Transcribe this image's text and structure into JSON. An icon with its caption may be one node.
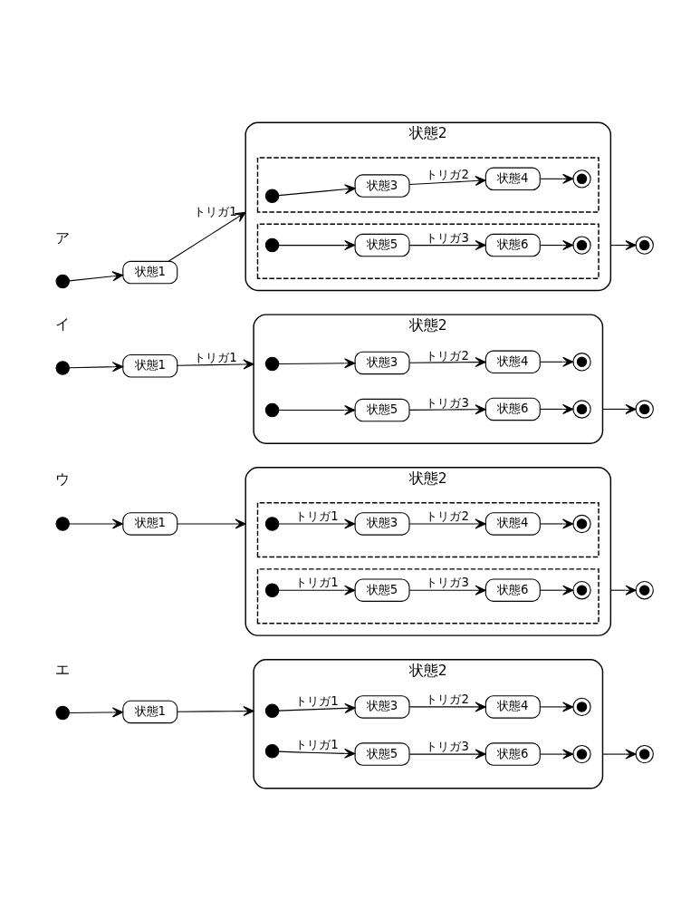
{
  "diagram": {
    "nodes": [
      {
        "text": [],
        "shape": "dot"
      },
      {
        "text": [
          "状態1"
        ]
      },
      {
        "text": [
          "状態2"
        ]
      },
      {
        "text": [],
        "shape": "box",
        "in": 2
      },
      {
        "text": [],
        "shape": "dot",
        "in": 3
      },
      {
        "text": [
          "状態3"
        ],
        "in": 3
      },
      {
        "text": [
          "状態4"
        ],
        "in": 3
      },
      {
        "text": [],
        "shape": "bullseye",
        "in": 3
      },
      {
        "text": [],
        "shape": "box",
        "in": 2
      },
      {
        "text": [],
        "shape": "dot",
        "in": 8
      },
      {
        "text": [
          "状態5"
        ],
        "in": 8
      },
      {
        "text": [
          "状態6"
        ],
        "in": 8
      },
      {
        "text": [],
        "shape": "bullseye",
        "in": 8
      },
      {
        "text": [],
        "shape": "bullseye"
      },
      {
        "text": [],
        "shape": "dot"
      },
      {
        "text": [
          "状態1"
        ]
      },
      {
        "text": [
          "状態2"
        ]
      },
      {
        "text": [],
        "shape": "dot",
        "in": 16
      },
      {
        "text": [
          "状態3"
        ],
        "in": 16
      },
      {
        "text": [
          "状態4"
        ],
        "in": 16
      },
      {
        "text": [],
        "shape": "bullseye",
        "in": 16
      },
      {
        "text": [],
        "shape": "dot",
        "in": 16
      },
      {
        "text": [
          "状態5"
        ],
        "in": 16
      },
      {
        "text": [
          "状態6"
        ],
        "in": 16
      },
      {
        "text": [],
        "shape": "bullseye",
        "in": 16
      },
      {
        "text": [],
        "shape": "bullseye"
      },
      {
        "text": [],
        "shape": "dot"
      },
      {
        "text": [
          "状態1"
        ]
      },
      {
        "text": [
          "状態2"
        ]
      },
      {
        "text": [],
        "shape": "box",
        "in": 28
      },
      {
        "text": [],
        "shape": "dot",
        "in": 29
      },
      {
        "text": [
          "状態3"
        ],
        "in": 29
      },
      {
        "text": [
          "状態4"
        ],
        "in": 29
      },
      {
        "text": [],
        "shape": "bullseye",
        "in": 29
      },
      {
        "text": [],
        "shape": "box",
        "in": 28
      },
      {
        "text": [],
        "shape": "dot",
        "in": 34
      },
      {
        "text": [
          "状態5"
        ],
        "in": 34
      },
      {
        "text": [
          "状態6"
        ],
        "in": 34
      },
      {
        "text": [],
        "shape": "bullseye",
        "in": 34
      },
      {
        "text": [],
        "shape": "bullseye"
      },
      {
        "text": [],
        "shape": "dot"
      },
      {
        "text": [
          "状態1"
        ]
      },
      {
        "text": [
          "状態2"
        ]
      },
      {
        "text": [],
        "shape": "dot",
        "in": 42
      },
      {
        "text": [
          "状態3"
        ],
        "in": 42
      },
      {
        "text": [
          "状態4"
        ],
        "in": 42
      },
      {
        "text": [],
        "shape": "bullseye",
        "in": 42
      },
      {
        "text": [],
        "shape": "dot",
        "in": 42
      },
      {
        "text": [
          "状態5"
        ],
        "in": 42
      },
      {
        "text": [
          "状態6"
        ],
        "in": 42
      },
      {
        "text": [],
        "shape": "bullseye",
        "in": 42
      },
      {
        "text": [],
        "shape": "bullseye"
      }
    ],
    "edges": [
      {
        "from": 0,
        "to": 1,
        "arrow": "to"
      },
      {
        "from": 1,
        "to": 2,
        "arrow": "to",
        "label": "トリガ1"
      },
      {
        "from": 4,
        "to": 5,
        "arrow": "to"
      },
      {
        "from": 5,
        "to": 6,
        "arrow": "to",
        "label": "トリガ2"
      },
      {
        "from": 6,
        "to": 7,
        "arrow": "to"
      },
      {
        "from": 9,
        "to": 10,
        "arrow": "to"
      },
      {
        "from": 10,
        "to": 11,
        "arrow": "to",
        "label": "トリガ3"
      },
      {
        "from": 11,
        "to": 12,
        "arrow": "to"
      },
      {
        "from": 2,
        "to": 13,
        "arrow": "to"
      },
      {
        "from": 14,
        "to": 15,
        "arrow": "to"
      },
      {
        "from": 15,
        "to": 16,
        "arrow": "to",
        "label": "トリガ1"
      },
      {
        "from": 17,
        "to": 18,
        "arrow": "to"
      },
      {
        "from": 18,
        "to": 19,
        "arrow": "to",
        "label": "トリガ2"
      },
      {
        "from": 19,
        "to": 20,
        "arrow": "to"
      },
      {
        "from": 21,
        "to": 22,
        "arrow": "to"
      },
      {
        "from": 22,
        "to": 23,
        "arrow": "to",
        "label": "トリガ3"
      },
      {
        "from": 23,
        "to": 24,
        "arrow": "to"
      },
      {
        "from": 16,
        "to": 25,
        "arrow": "to"
      },
      {
        "from": 26,
        "to": 27,
        "arrow": "to"
      },
      {
        "from": 27,
        "to": 28,
        "arrow": "to"
      },
      {
        "from": 30,
        "to": 31,
        "arrow": "to",
        "label": "トリガ1"
      },
      {
        "from": 31,
        "to": 32,
        "arrow": "to",
        "label": "トリガ2"
      },
      {
        "from": 32,
        "to": 33,
        "arrow": "to"
      },
      {
        "from": 35,
        "to": 36,
        "arrow": "to",
        "label": "トリガ1"
      },
      {
        "from": 36,
        "to": 37,
        "arrow": "to",
        "label": "トリガ3"
      },
      {
        "from": 37,
        "to": 38,
        "arrow": "to"
      },
      {
        "from": 28,
        "to": 39,
        "arrow": "to"
      },
      {
        "from": 40,
        "to": 41,
        "arrow": "to"
      },
      {
        "from": 41,
        "to": 42,
        "arrow": "to"
      },
      {
        "from": 43,
        "to": 44,
        "arrow": "to",
        "label": "トリガ1"
      },
      {
        "from": 44,
        "to": 45,
        "arrow": "to",
        "label": "トリガ2"
      },
      {
        "from": 45,
        "to": 46,
        "arrow": "to"
      },
      {
        "from": 47,
        "to": 48,
        "arrow": "to",
        "label": "トリガ1"
      },
      {
        "from": 48,
        "to": 49,
        "arrow": "to",
        "label": "トリガ3"
      },
      {
        "from": 49,
        "to": 50,
        "arrow": "to"
      },
      {
        "from": 42,
        "to": 51,
        "arrow": "to"
      }
    ],
    "labels": [
      "ア",
      "イ",
      "ウ",
      "エ"
    ]
  }
}
